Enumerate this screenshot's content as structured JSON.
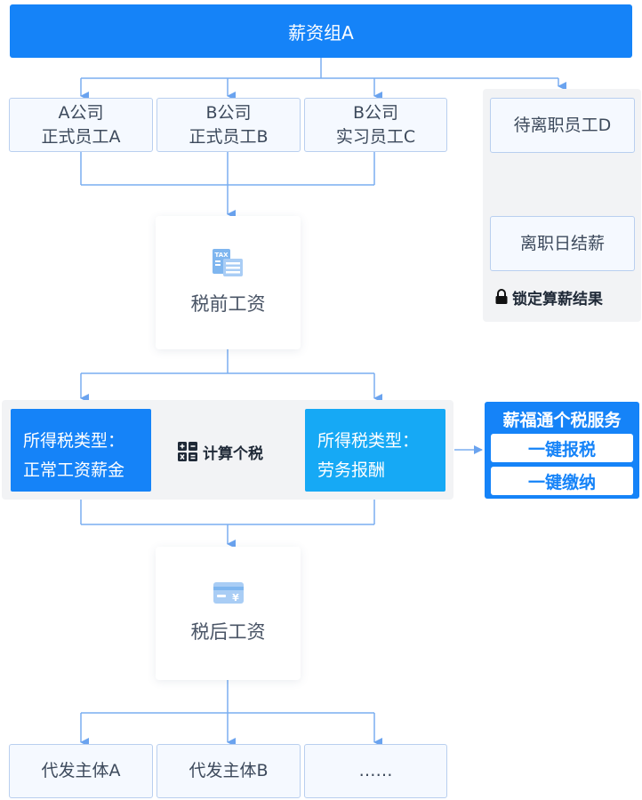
{
  "group": {
    "title": "薪资组A"
  },
  "employees": [
    {
      "line1": "A公司",
      "line2": "正式员工A"
    },
    {
      "line1": "B公司",
      "line2": "正式员工B"
    },
    {
      "line1": "B公司",
      "line2": "实习员工C"
    }
  ],
  "leaving": {
    "employee": "待离职员工D",
    "step": "离职日结薪",
    "lock_label": "锁定算薪结果"
  },
  "pre_tax": {
    "label": "税前工资",
    "icon": "tax-document-icon"
  },
  "tax_calc": {
    "label": "计算个税",
    "icon": "calculator-icon",
    "type_a": {
      "line1": "所得税类型：",
      "line2": "正常工资薪金",
      "color": "#1583f8"
    },
    "type_b": {
      "line1": "所得税类型：",
      "line2": "劳务报酬",
      "color": "#16a9f5"
    }
  },
  "service": {
    "title": "薪福通个税服务",
    "buttons": [
      "一键报税",
      "一键缴纳"
    ]
  },
  "after_tax": {
    "label": "税后工资",
    "icon": "payment-card-icon"
  },
  "payers": [
    "代发主体A",
    "代发主体B",
    "……"
  ],
  "colors": {
    "primary": "#1583f8",
    "secondary": "#16a9f5",
    "connector": "#7aaef0"
  }
}
